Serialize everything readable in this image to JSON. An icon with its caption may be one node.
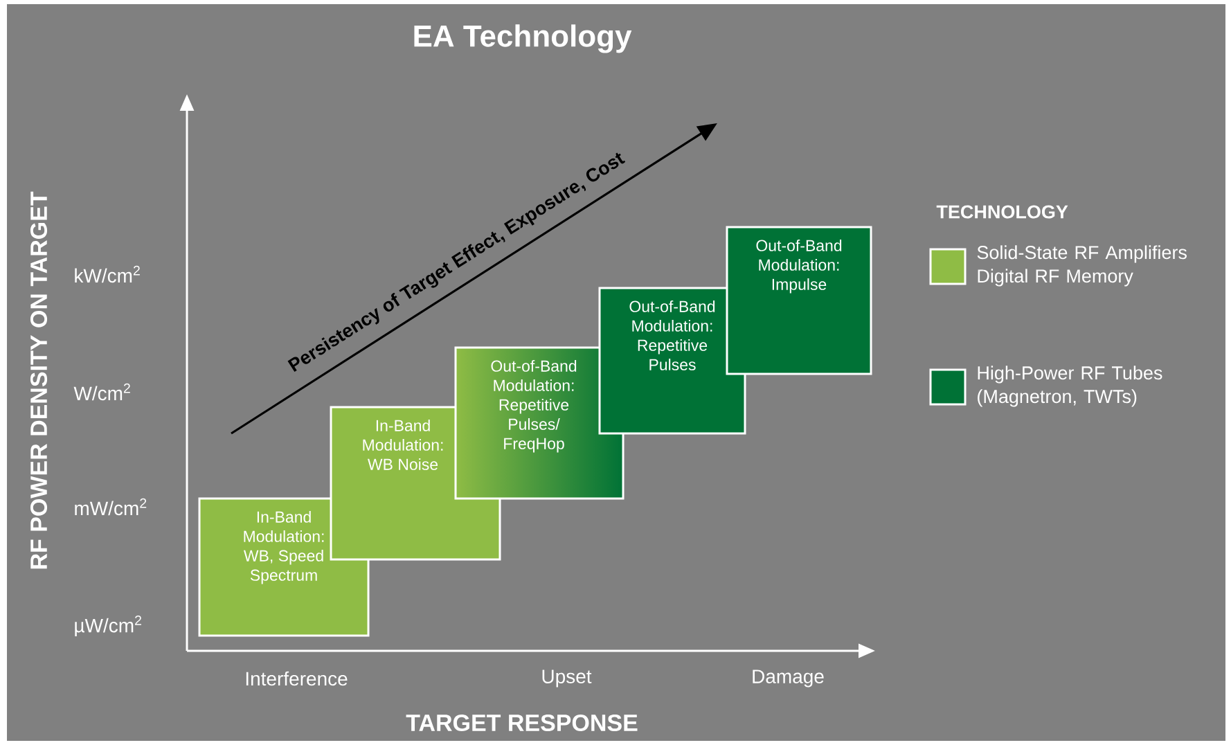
{
  "diagram": {
    "title": "EA Technology",
    "nodes": [
      {
        "text": [
          "In-Band Modulation: WB, Speed Spectrum"
        ]
      },
      {
        "text": [
          "In-Band Modulation: WB Noise"
        ]
      },
      {
        "text": [
          "Out-of-Band Modulation: Repetitive Pulses/ FreqHop"
        ]
      },
      {
        "text": [
          "Out-of-Band Modulation: Repetitive Pulses"
        ]
      },
      {
        "text": [
          "Out-of-Band Modulation: Impulse"
        ]
      }
    ],
    "labels": [
      "RF POWER DENSITY ON TARGET",
      "kW/cm$^{2}$",
      "W/cm$^{2}$",
      "mW/cm$^{2}$",
      "µW/cm$^{2}$",
      "Persistency of Target Effect, Exposure, Cost",
      "TECHNOLOGY",
      "Interference",
      "Upset",
      "Damage",
      "TARGET RESPONSE"
    ],
    "legend": [
      {
        "text": "Solid-State RF Amplifiers Digital RF Memory",
        "color": "#8fbc45"
      },
      {
        "text": "High-Power RF Tubes (Magnetron, TWTs)",
        "color": "#007236"
      }
    ]
  }
}
